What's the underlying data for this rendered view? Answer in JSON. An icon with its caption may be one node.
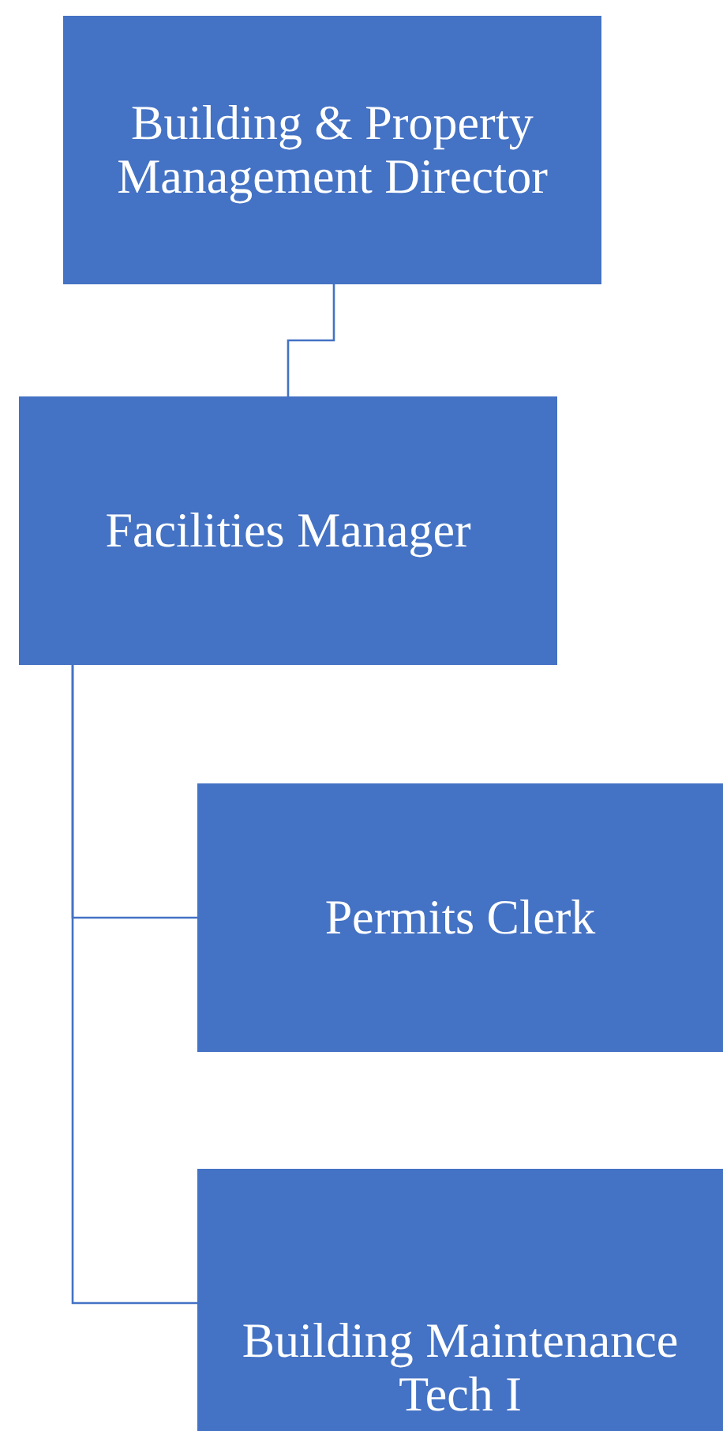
{
  "diagram": {
    "nodes": [
      {
        "text": [
          "Building & Property Management Director"
        ]
      },
      {
        "text": [
          "Facilities Manager"
        ]
      },
      {
        "text": [
          "Permits Clerk"
        ]
      },
      {
        "text": [
          "Building Maintenance Tech I"
        ]
      }
    ],
    "edges": [
      {
        "from": 0,
        "to": 1,
        "arrow": "none"
      },
      {
        "from": 1,
        "to": 2,
        "arrow": "none"
      },
      {
        "from": 1,
        "to": 3,
        "arrow": "none"
      }
    ]
  }
}
